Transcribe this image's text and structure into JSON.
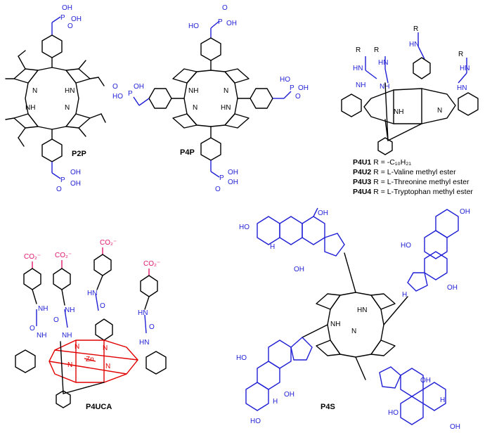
{
  "colors": {
    "bond": "#000000",
    "blue": "#1f1fd6",
    "red": "#e00000",
    "magenta": "#e0166e"
  },
  "compounds": {
    "p2p": {
      "label": "P2P"
    },
    "p4p": {
      "label": "P4P"
    },
    "p4u": {
      "r_groups": [
        {
          "code": "P4U1",
          "text": "R = -C₁₀H₂₁"
        },
        {
          "code": "P4U2",
          "text": "R = L-Valine methyl ester"
        },
        {
          "code": "P4U3",
          "text": "R = L-Threonine methyl ester"
        },
        {
          "code": "P4U4",
          "text": "R = L-Tryptophan methyl ester"
        }
      ]
    },
    "p4uca": {
      "label": "P4UCA"
    },
    "p4s": {
      "label": "P4S"
    }
  },
  "atoms": {
    "nh": "NH",
    "hn": "HN",
    "n": "N",
    "zn": "Zn",
    "h": "H",
    "r": "R",
    "oh": "OH",
    "ho": "HO",
    "o": "O",
    "p": "P",
    "co2": "CO₂⁻"
  }
}
